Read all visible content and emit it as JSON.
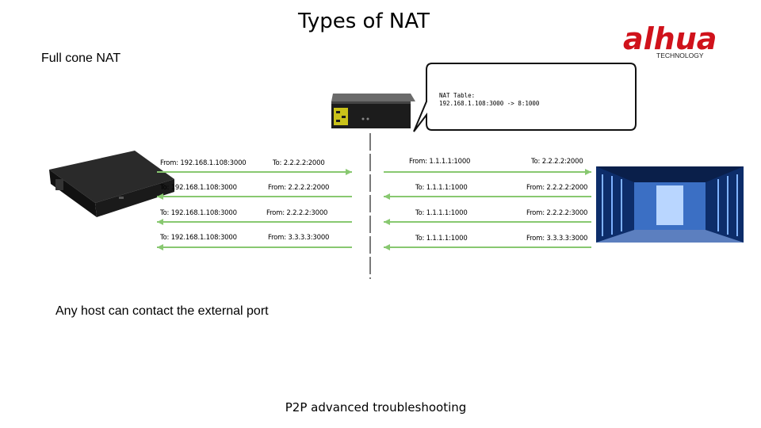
{
  "slide": {
    "title": "Types of NAT",
    "subtitle": "Full cone NAT",
    "caption": "Any host can contact the external port",
    "footer": "P2P advanced troubleshooting"
  },
  "logo": {
    "brand": "alhua",
    "tagline": "TECHNOLOGY",
    "color": "#d0121b"
  },
  "nat_table": {
    "heading": "NAT Table:",
    "entry": "192.168.1.108:3000 -> 8:1000"
  },
  "colors": {
    "arrow": "#88c870",
    "divider": "#222222"
  },
  "flows": {
    "left": [
      {
        "a": "From: 192.168.1.108:3000",
        "b": "To: 2.2.2.2:2000",
        "dir": "right"
      },
      {
        "a": "To: 192.168.1.108:3000",
        "b": "From: 2.2.2.2:2000",
        "dir": "left"
      },
      {
        "a": "To: 192.168.1.108:3000",
        "b": "From: 2.2.2.2:3000",
        "dir": "left"
      },
      {
        "a": "To: 192.168.1.108:3000",
        "b": "From: 3.3.3.3:3000",
        "dir": "left"
      }
    ],
    "right": [
      {
        "a": "From: 1.1.1.1:1000",
        "b": "To: 2.2.2.2:2000",
        "dir": "right"
      },
      {
        "a": "To: 1.1.1.1:1000",
        "b": "From: 2.2.2.2:2000",
        "dir": "left"
      },
      {
        "a": "To: 1.1.1.1:1000",
        "b": "From: 2.2.2.2:3000",
        "dir": "left"
      },
      {
        "a": "To: 1.1.1.1:1000",
        "b": "From: 3.3.3.3:3000",
        "dir": "left"
      }
    ]
  }
}
